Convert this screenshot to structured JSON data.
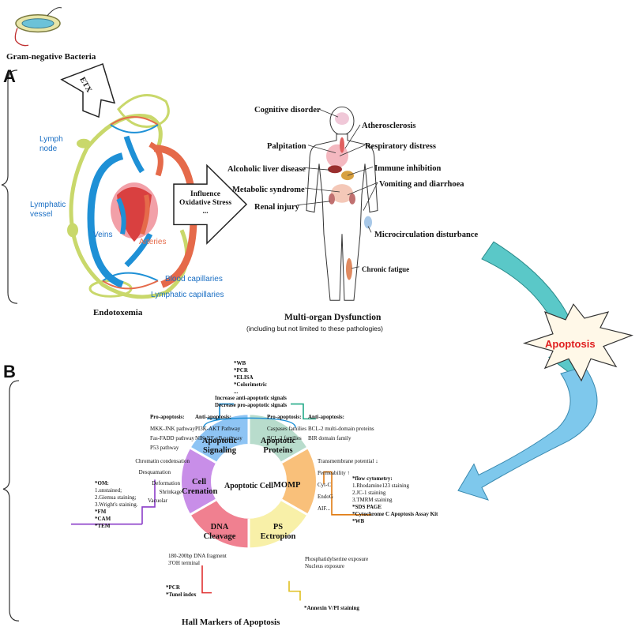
{
  "header": {
    "bacteria": "Gram-negative Bacteria",
    "etx": "ETX"
  },
  "panelA": {
    "letter": "A",
    "lymph_node": [
      "Lymph",
      "node"
    ],
    "lymphatic_vessel": [
      "Lymphatic",
      "vessel"
    ],
    "veins": "Veins",
    "arteries": "Arteries",
    "blood_capillaries": "Blood capillaries",
    "lymphatic_capillaries": "Lymphatic capillaries",
    "endotoxemia": "Endotoxemia",
    "influence": [
      "Influence",
      "Oxidative Stress",
      "..."
    ],
    "organs": {
      "cognitive": "Cognitive disorder",
      "athero": "Atherosclerosis",
      "palpitation": "Palpitation",
      "respiratory": "Respiratory distress",
      "alcoholic": "Alcoholic liver disease",
      "immune": "Immune inhibition",
      "metabolic": "Metabolic syndrome",
      "vomiting": "Vomiting and diarrhoea",
      "renal": "Renal injury",
      "microcirc": "Microcirculation disturbance",
      "fatigue": "Chronic fatigue"
    },
    "mod_title": "Multi-organ Dysfunction",
    "mod_sub": "(including but not limited to these pathologies)"
  },
  "apoptosis": "Apoptosis",
  "panelB": {
    "letter": "B",
    "center": "Apoptotic Cell",
    "segments": {
      "signaling": [
        "Apoptotic",
        "Signaling"
      ],
      "proteins": [
        "Apoptotic",
        "Proteins"
      ],
      "momp": "MOMP",
      "ps": [
        "PS",
        "Ectropion"
      ],
      "dna": [
        "DNA",
        "Cleavage"
      ],
      "crenation": [
        "Cell",
        "Crenation"
      ]
    },
    "top_methods": [
      "*WB",
      "*PCR",
      "*ELISA",
      "*Colorimetric",
      "..."
    ],
    "top_signals": [
      "Increase anti-apoptotic signals",
      "Decrease pro-apoptotic signals"
    ],
    "sig_pro_title": "Pro-apoptosis:",
    "sig_pro": [
      "MKK-JNK pathway",
      "Fas-FADD pathway",
      "P53 pathway"
    ],
    "sig_anti_title": "Anti-apoptosis:",
    "sig_anti": [
      "PI3K-AKT Pathway",
      "NIK-NF-κB pathway"
    ],
    "prot_pro_title": "Pro-apoptosis:",
    "prot_pro": [
      "Caspases families",
      "BCL-2 families"
    ],
    "prot_anti_title": "Anti-apoptosis:",
    "prot_anti": [
      "BCL-2 multi-domain proteins",
      "BIR domain family"
    ],
    "crenation_items": [
      "Chromatin condensation",
      "Desquamation",
      "Deformation",
      "Shrinkage",
      "Vacuolar"
    ],
    "crenation_methods": [
      "*OM:",
      "1.unstained;",
      "2.Giemsa staining;",
      "3.Wright's staining.",
      "*FM",
      "*CAM",
      "*TEM"
    ],
    "momp_items": [
      "Transmembrane potential  ↓",
      "Permeability  ↑",
      "Cyt-C",
      "EndoG",
      "AIF..."
    ],
    "momp_methods": [
      "*flow cytometry:",
      "1.Rhodamine123 staining",
      "2.JC-1 staining",
      "3.TMRM staining",
      "*SDS PAGE",
      "*Cytochrome C Apoptosis Assay Kit",
      "*WB"
    ],
    "dna_items": [
      "180-200bp DNA fragment",
      "3'OH terminal"
    ],
    "dna_methods": [
      "*PCR",
      "*Tunel index"
    ],
    "ps_items": [
      "Phosphatidylserine  exposure",
      "Nucleus exposure"
    ],
    "ps_methods": [
      "*Annexin V/PI staining"
    ],
    "footer": "Hall Markers of Apoptosis"
  },
  "colors": {
    "blue": "#1a6fc4",
    "vein": "#1e90d6",
    "artery": "#e56a4a",
    "lymph": "#c9d86b"
  }
}
